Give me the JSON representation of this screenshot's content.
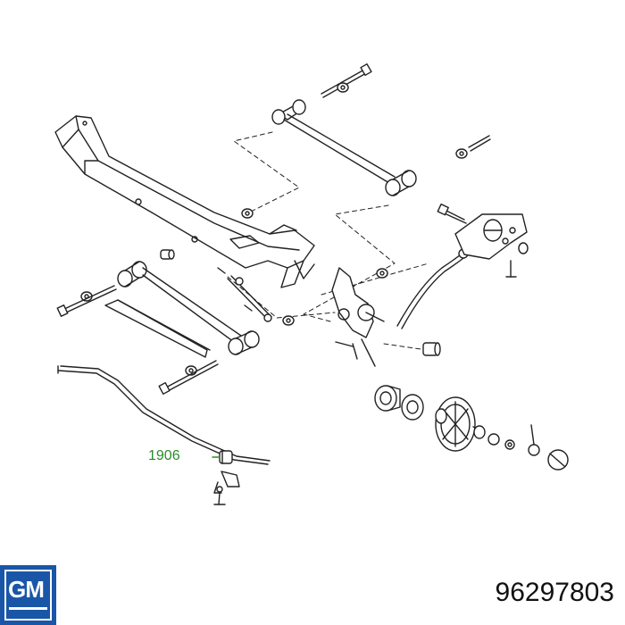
{
  "diagram": {
    "callout": "1906",
    "part_number": "96297803",
    "brand": "GM",
    "colors": {
      "line": "#222222",
      "callout": "#2a8a2a",
      "brand_bg": "#1a56a8"
    }
  }
}
